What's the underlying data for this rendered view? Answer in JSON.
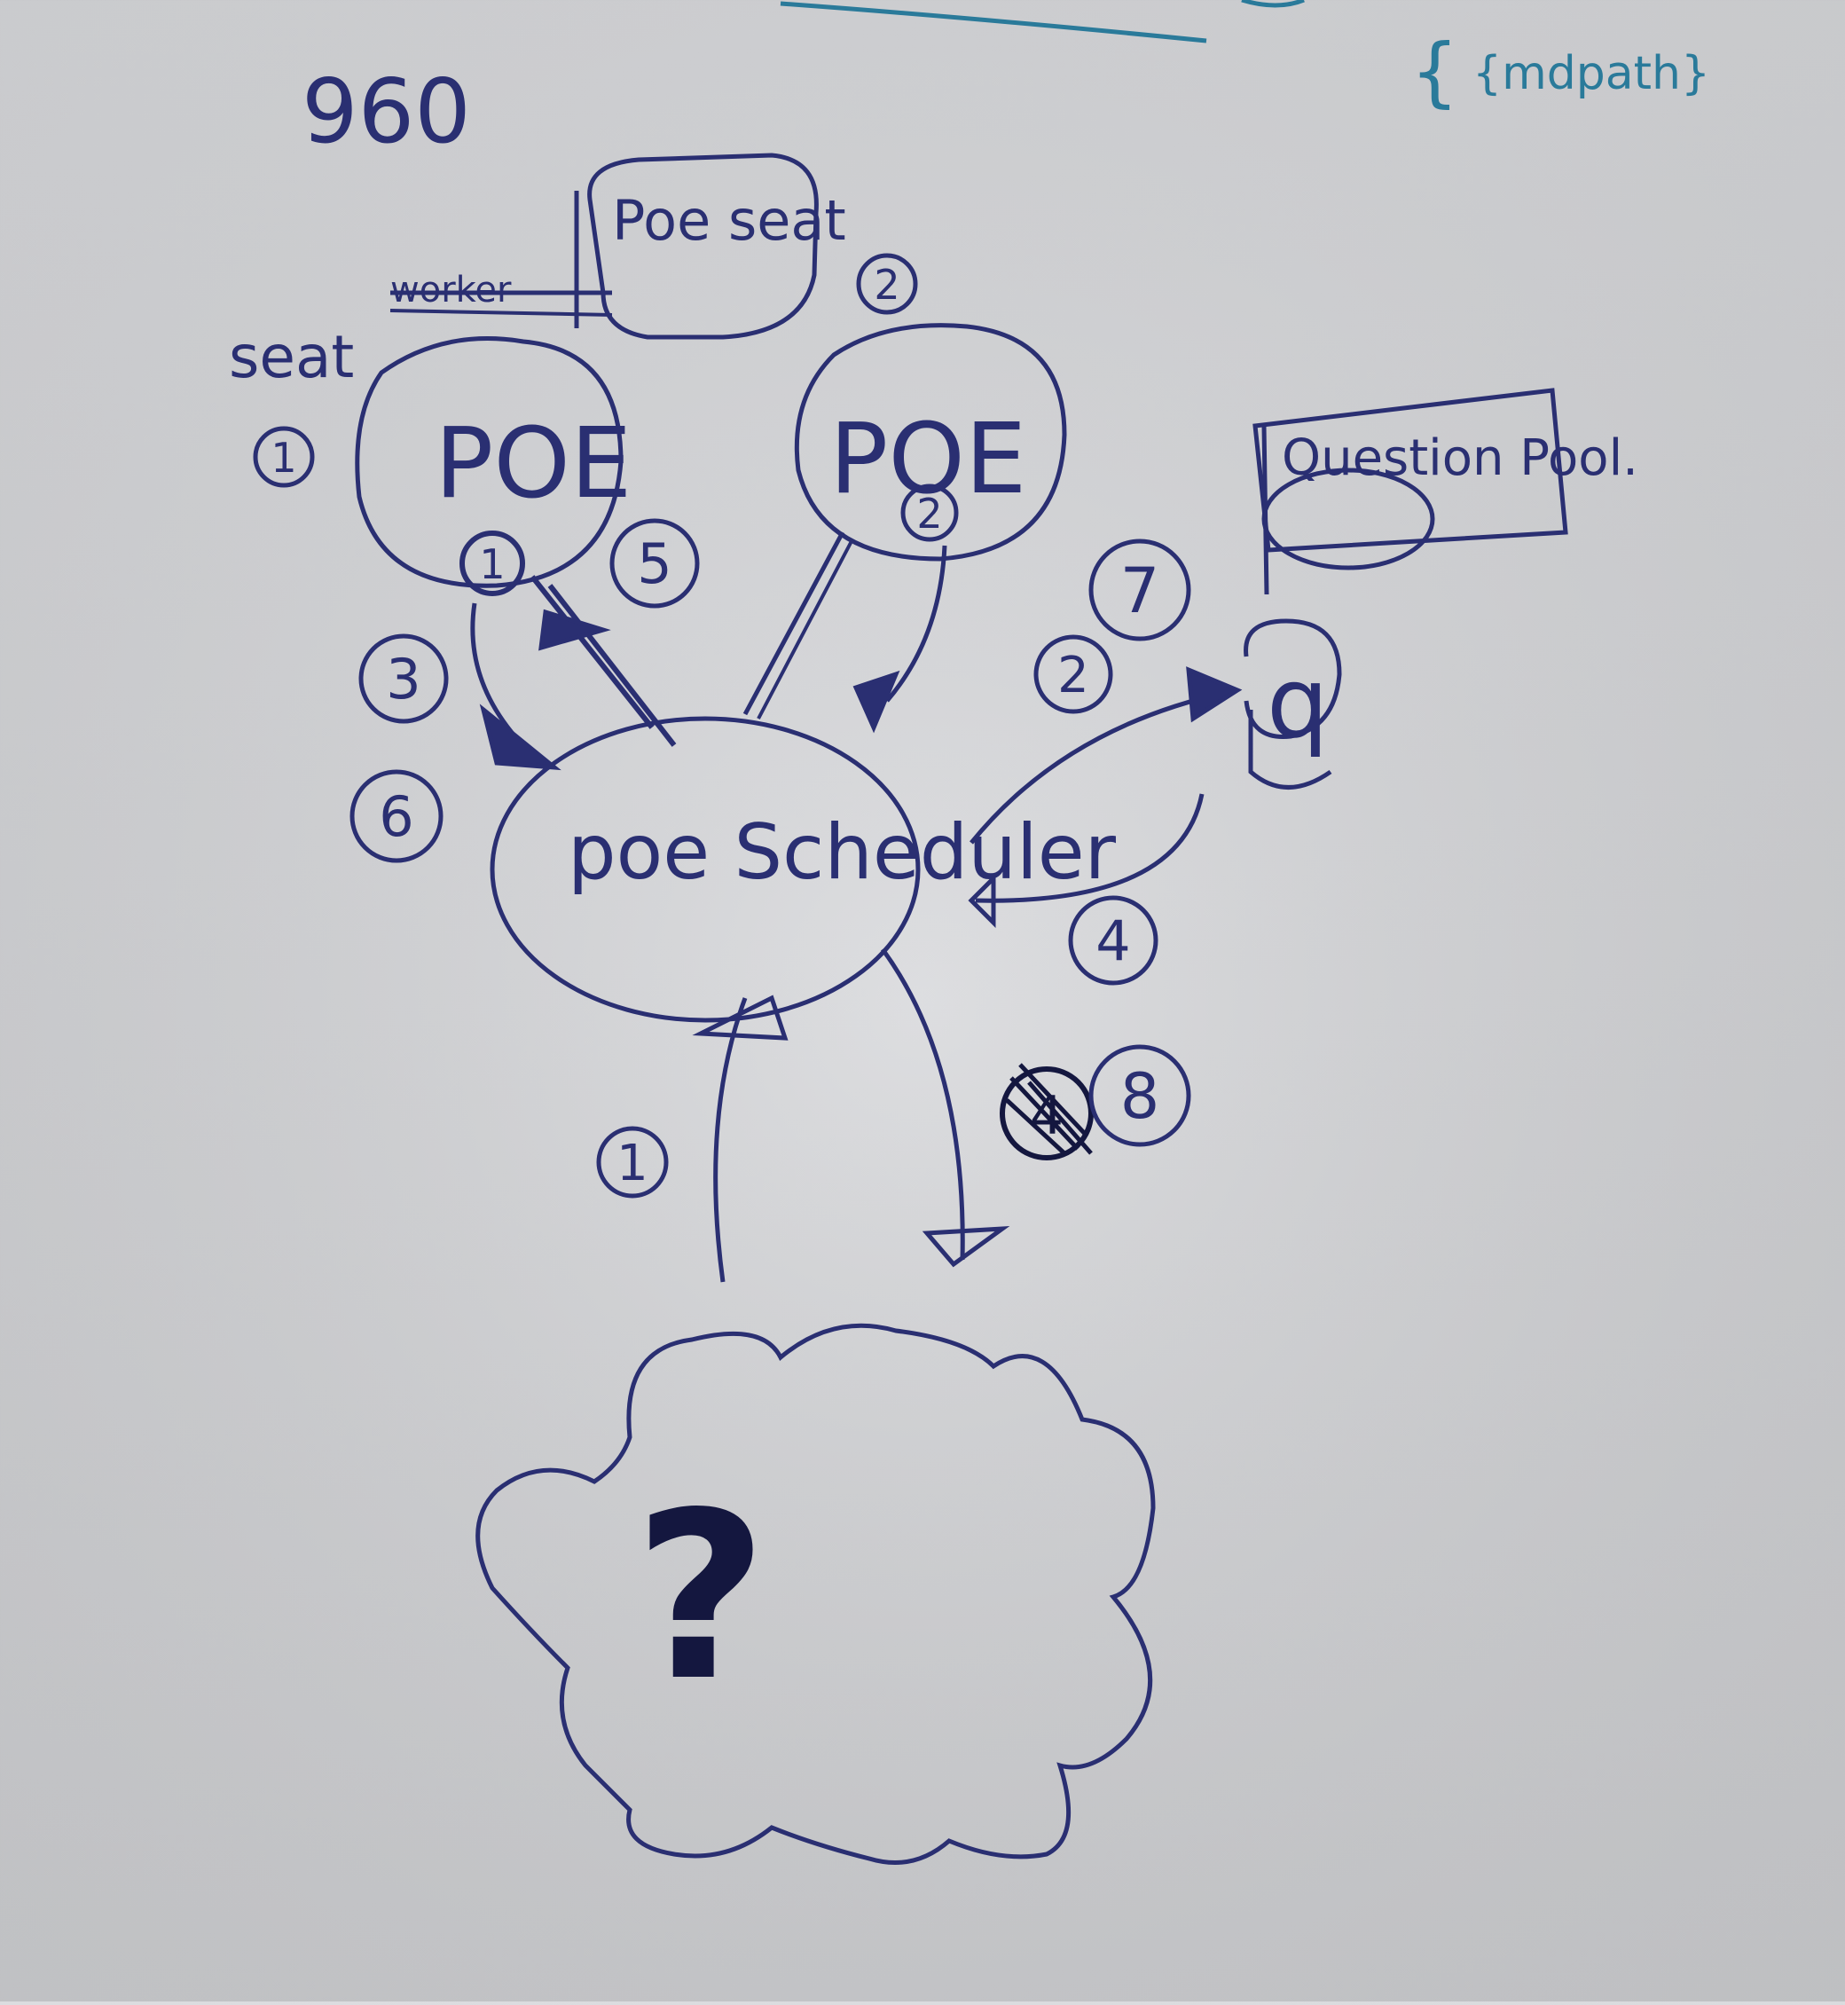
{
  "colors": {
    "board": "#d6d7da",
    "ink": "#2a2f72",
    "teal_ink": "#2a7a9a",
    "dark_ink": "#14173f"
  },
  "corner_note": {
    "top_left": "960",
    "top_right": "{mdpath}"
  },
  "nodes": {
    "poe_left": "POE",
    "poe_right": "POE",
    "poe_scheduler": "poe Scheduler",
    "poe_seat_box": "Poe seat",
    "question_pool": "Question Pool.",
    "question_mark": "?",
    "q_node": "q"
  },
  "labels": {
    "seat": "seat",
    "crossed": "worker"
  },
  "steps": {
    "s1": "1",
    "s2": "2",
    "s2b": "2",
    "s3": "3",
    "s4": "4",
    "s5": "5",
    "s6": "6",
    "s7": "7",
    "s8": "8",
    "s2_top": "2",
    "s1_left": "1",
    "s1_bottom": "1",
    "s4_crossed": "4"
  }
}
